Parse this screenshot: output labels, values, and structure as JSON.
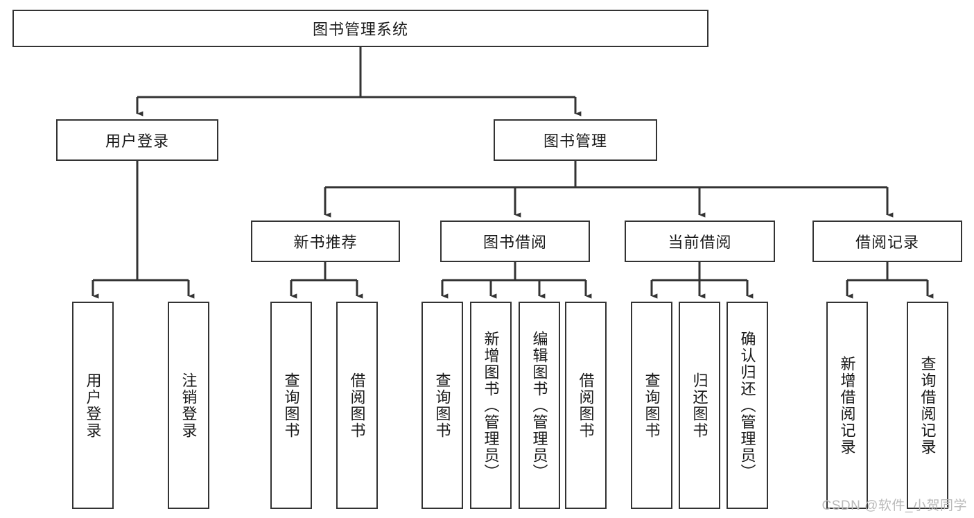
{
  "diagram": {
    "title": "图书管理系统",
    "watermark": "CSDN @软件_小贺同学",
    "line_color": "#333333",
    "box_fill": "#ffffff",
    "text_color": "#1a1a1a",
    "watermark_color": "#b9b9b9",
    "root": {
      "label": "图书管理系统"
    },
    "level2": [
      {
        "label": "用户登录"
      },
      {
        "label": "图书管理"
      }
    ],
    "level3": [
      {
        "label": "新书推荐"
      },
      {
        "label": "图书借阅"
      },
      {
        "label": "当前借阅"
      },
      {
        "label": "借阅记录"
      }
    ],
    "leaves": {
      "user_login": [
        {
          "label": "用户登录"
        },
        {
          "label": "注销登录"
        }
      ],
      "new_book_recommend": [
        {
          "label": "查询图书"
        },
        {
          "label": "借阅图书"
        }
      ],
      "book_borrow": [
        {
          "label": "查询图书"
        },
        {
          "label": "新增图书（管理员）"
        },
        {
          "label": "编辑图书（管理员）"
        },
        {
          "label": "借阅图书"
        }
      ],
      "current_borrow": [
        {
          "label": "查询图书"
        },
        {
          "label": "归还图书"
        },
        {
          "label": "确认归还（管理员）"
        }
      ],
      "borrow_record": [
        {
          "label": "新增借阅记录"
        },
        {
          "label": "查询借阅记录"
        }
      ]
    }
  }
}
